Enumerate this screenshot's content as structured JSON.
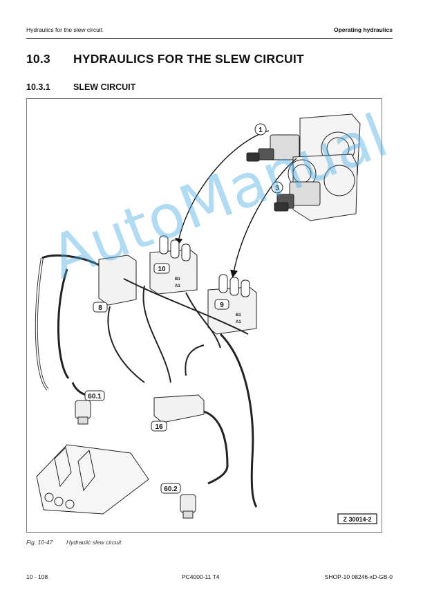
{
  "header": {
    "left": "Hydraulics for the slew circuit",
    "right": "Operating hydraulics"
  },
  "section": {
    "number": "10.3",
    "title": "HYDRAULICS FOR THE SLEW CIRCUIT"
  },
  "subsection": {
    "number": "10.3.1",
    "title": "SLEW CIRCUIT"
  },
  "figure": {
    "callouts": {
      "c1": "1",
      "c3": "3",
      "c10": "10",
      "c9": "9",
      "c8": "8",
      "c16": "16",
      "c601": "60.1",
      "c602": "60.2"
    },
    "port_labels": {
      "b1_left": "B1",
      "a1_left": "A1",
      "b1_right": "B1",
      "a1_right": "A1"
    },
    "ref_id": "Z 30014-2"
  },
  "caption": {
    "number": "Fig. 10-47",
    "text": "Hydraulic slew circuit"
  },
  "footer": {
    "left": "10  - 108",
    "center": "PC4000-11 T4",
    "right": "SHOP-10 08246-xD-GB-0"
  },
  "watermark": "AutoManual"
}
